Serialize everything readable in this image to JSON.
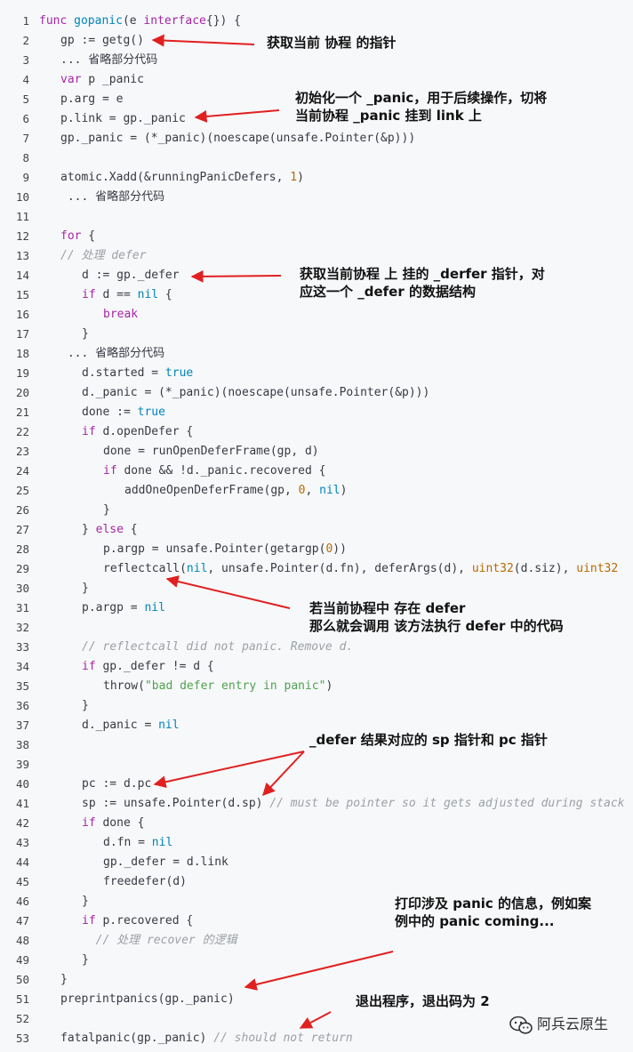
{
  "code_lines": [
    {
      "n": "1",
      "indent": 0,
      "segs": [
        {
          "t": "func",
          "c": "kw"
        },
        {
          "t": " "
        },
        {
          "t": "gopanic",
          "c": "typ"
        },
        {
          "t": "(e "
        },
        {
          "t": "interface",
          "c": "kw"
        },
        {
          "t": "{}) {"
        }
      ]
    },
    {
      "n": "2",
      "indent": 1,
      "segs": [
        {
          "t": "gp := getg()"
        }
      ]
    },
    {
      "n": "3",
      "indent": 1,
      "segs": [
        {
          "t": "... 省略部分代码"
        }
      ]
    },
    {
      "n": "4",
      "indent": 1,
      "segs": [
        {
          "t": "var",
          "c": "kw"
        },
        {
          "t": " p _panic"
        }
      ]
    },
    {
      "n": "5",
      "indent": 1,
      "segs": [
        {
          "t": "p.arg = e"
        }
      ]
    },
    {
      "n": "6",
      "indent": 1,
      "segs": [
        {
          "t": "p.link = gp._panic"
        }
      ]
    },
    {
      "n": "7",
      "indent": 1,
      "segs": [
        {
          "t": "gp._panic = (*_panic)(noescape(unsafe.Pointer(&p)))"
        }
      ]
    },
    {
      "n": "8",
      "indent": 0,
      "segs": []
    },
    {
      "n": "9",
      "indent": 1,
      "segs": [
        {
          "t": "atomic.Xadd(&runningPanicDefers, "
        },
        {
          "t": "1",
          "c": "num"
        },
        {
          "t": ")"
        }
      ]
    },
    {
      "n": "10",
      "indent": 1,
      "segs": [
        {
          "t": " ... 省略部分代码"
        }
      ]
    },
    {
      "n": "11",
      "indent": 0,
      "segs": []
    },
    {
      "n": "12",
      "indent": 1,
      "segs": [
        {
          "t": "for",
          "c": "kw"
        },
        {
          "t": " {"
        }
      ]
    },
    {
      "n": "13",
      "indent": 1,
      "segs": [
        {
          "t": "// 处理 defer",
          "c": "cm"
        }
      ]
    },
    {
      "n": "14",
      "indent": 2,
      "segs": [
        {
          "t": "d := gp._defer"
        }
      ]
    },
    {
      "n": "15",
      "indent": 2,
      "segs": [
        {
          "t": "if",
          "c": "kw"
        },
        {
          "t": " d == "
        },
        {
          "t": "nil",
          "c": "typ"
        },
        {
          "t": " {"
        }
      ]
    },
    {
      "n": "16",
      "indent": 3,
      "segs": [
        {
          "t": "break",
          "c": "kw"
        }
      ]
    },
    {
      "n": "17",
      "indent": 2,
      "segs": [
        {
          "t": "}"
        }
      ]
    },
    {
      "n": "18",
      "indent": 1,
      "segs": [
        {
          "t": " ... 省略部分代码"
        }
      ]
    },
    {
      "n": "19",
      "indent": 2,
      "segs": [
        {
          "t": "d.started = "
        },
        {
          "t": "true",
          "c": "typ"
        }
      ]
    },
    {
      "n": "20",
      "indent": 2,
      "segs": [
        {
          "t": "d._panic = (*_panic)(noescape(unsafe.Pointer(&p)))"
        }
      ]
    },
    {
      "n": "21",
      "indent": 2,
      "segs": [
        {
          "t": "done := "
        },
        {
          "t": "true",
          "c": "typ"
        }
      ]
    },
    {
      "n": "22",
      "indent": 2,
      "segs": [
        {
          "t": "if",
          "c": "kw"
        },
        {
          "t": " d.openDefer {"
        }
      ]
    },
    {
      "n": "23",
      "indent": 3,
      "segs": [
        {
          "t": "done = runOpenDeferFrame(gp, d)"
        }
      ]
    },
    {
      "n": "24",
      "indent": 3,
      "segs": [
        {
          "t": "if",
          "c": "kw"
        },
        {
          "t": " done && !d._panic.recovered {"
        }
      ]
    },
    {
      "n": "25",
      "indent": 4,
      "segs": [
        {
          "t": "addOneOpenDeferFrame(gp, "
        },
        {
          "t": "0",
          "c": "num"
        },
        {
          "t": ", "
        },
        {
          "t": "nil",
          "c": "typ"
        },
        {
          "t": ")"
        }
      ]
    },
    {
      "n": "26",
      "indent": 3,
      "segs": [
        {
          "t": "}"
        }
      ]
    },
    {
      "n": "27",
      "indent": 2,
      "segs": [
        {
          "t": "} "
        },
        {
          "t": "else",
          "c": "kw"
        },
        {
          "t": " {"
        }
      ]
    },
    {
      "n": "28",
      "indent": 3,
      "segs": [
        {
          "t": "p.argp = unsafe.Pointer(getargp("
        },
        {
          "t": "0",
          "c": "num"
        },
        {
          "t": "))"
        }
      ]
    },
    {
      "n": "29",
      "indent": 3,
      "segs": [
        {
          "t": "reflectcall("
        },
        {
          "t": "nil",
          "c": "typ"
        },
        {
          "t": ", unsafe.Pointer(d.fn), deferArgs(d), "
        },
        {
          "t": "uint32",
          "c": "num"
        },
        {
          "t": "(d.siz), "
        },
        {
          "t": "uint32",
          "c": "num"
        }
      ]
    },
    {
      "n": "30",
      "indent": 2,
      "segs": [
        {
          "t": "}"
        }
      ]
    },
    {
      "n": "31",
      "indent": 2,
      "segs": [
        {
          "t": "p.argp = "
        },
        {
          "t": "nil",
          "c": "typ"
        }
      ]
    },
    {
      "n": "32",
      "indent": 0,
      "segs": []
    },
    {
      "n": "33",
      "indent": 2,
      "segs": [
        {
          "t": "// reflectcall did not panic. Remove d.",
          "c": "cm"
        }
      ]
    },
    {
      "n": "34",
      "indent": 2,
      "segs": [
        {
          "t": "if",
          "c": "kw"
        },
        {
          "t": " gp._defer != d {"
        }
      ]
    },
    {
      "n": "35",
      "indent": 3,
      "segs": [
        {
          "t": "throw("
        },
        {
          "t": "\"bad defer entry in panic\"",
          "c": "str"
        },
        {
          "t": ")"
        }
      ]
    },
    {
      "n": "36",
      "indent": 2,
      "segs": [
        {
          "t": "}"
        }
      ]
    },
    {
      "n": "37",
      "indent": 2,
      "segs": [
        {
          "t": "d._panic = "
        },
        {
          "t": "nil",
          "c": "typ"
        }
      ]
    },
    {
      "n": "38",
      "indent": 0,
      "segs": []
    },
    {
      "n": "39",
      "indent": 0,
      "segs": []
    },
    {
      "n": "40",
      "indent": 2,
      "segs": [
        {
          "t": "pc := d.pc"
        }
      ]
    },
    {
      "n": "41",
      "indent": 2,
      "segs": [
        {
          "t": "sp := unsafe.Pointer(d.sp) "
        },
        {
          "t": "// must be pointer so it gets adjusted during stack",
          "c": "cm"
        }
      ]
    },
    {
      "n": "42",
      "indent": 2,
      "segs": [
        {
          "t": "if",
          "c": "kw"
        },
        {
          "t": " done {"
        }
      ]
    },
    {
      "n": "43",
      "indent": 3,
      "segs": [
        {
          "t": "d.fn = "
        },
        {
          "t": "nil",
          "c": "typ"
        }
      ]
    },
    {
      "n": "44",
      "indent": 3,
      "segs": [
        {
          "t": "gp._defer = d.link"
        }
      ]
    },
    {
      "n": "45",
      "indent": 3,
      "segs": [
        {
          "t": "freedefer(d)"
        }
      ]
    },
    {
      "n": "46",
      "indent": 2,
      "segs": [
        {
          "t": "}"
        }
      ]
    },
    {
      "n": "47",
      "indent": 2,
      "segs": [
        {
          "t": "if",
          "c": "kw"
        },
        {
          "t": " p.recovered {"
        }
      ]
    },
    {
      "n": "48",
      "indent": 2,
      "segs": [
        {
          "t": "  // 处理 recover 的逻辑",
          "c": "cm"
        }
      ]
    },
    {
      "n": "49",
      "indent": 2,
      "segs": [
        {
          "t": "}"
        }
      ]
    },
    {
      "n": "50",
      "indent": 1,
      "segs": [
        {
          "t": "}"
        }
      ]
    },
    {
      "n": "51",
      "indent": 1,
      "segs": [
        {
          "t": "preprintpanics(gp._panic)"
        }
      ]
    },
    {
      "n": "52",
      "indent": 0,
      "segs": []
    },
    {
      "n": "53",
      "indent": 1,
      "segs": [
        {
          "t": "fatalpanic(gp._panic) "
        },
        {
          "t": "// should not return",
          "c": "cm"
        }
      ]
    }
  ],
  "annotations": [
    {
      "id": "ann-getg",
      "text": "获取当前 协程 的指针"
    },
    {
      "id": "ann-init-panic",
      "text": "初始化一个 _panic，用于后续操作，切将\n当前协程 _panic 挂到 link 上"
    },
    {
      "id": "ann-defer-ptr",
      "text": "获取当前协程 上 挂的 _derfer 指针，对\n应这一个 _defer 的数据结构"
    },
    {
      "id": "ann-reflectcall",
      "text": "若当前协程中 存在 defer\n那么就会调用 该方法执行 defer 中的代码"
    },
    {
      "id": "ann-sp-pc",
      "text": "_defer 结果对应的 sp 指针和 pc 指针"
    },
    {
      "id": "ann-print",
      "text": "打印涉及 panic 的信息，例如案\n例中的 panic coming..."
    },
    {
      "id": "ann-exit",
      "text": "退出程序，退出码为 2"
    }
  ],
  "watermark": {
    "text": "阿兵云原生",
    "icon": "wechat-icon"
  },
  "colors": {
    "keyword": "#a626a4",
    "type": "#0184bb",
    "string": "#50a14f",
    "number": "#b76b01",
    "comment": "#9ca0a4",
    "arrow": "#e02020",
    "background": "#f7f8fa"
  }
}
